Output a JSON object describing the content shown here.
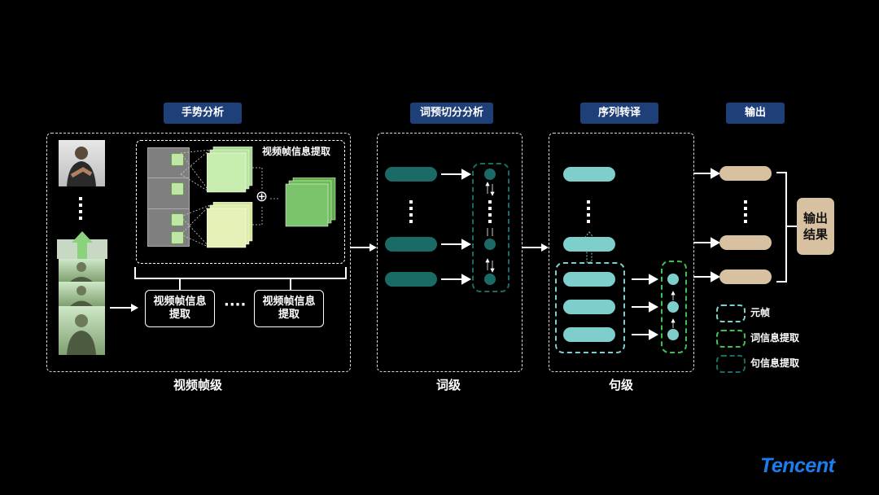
{
  "headers": {
    "gesture": "手势分析",
    "word_seg": "词预切分分析",
    "translation": "序列转译",
    "output": "输出"
  },
  "levels": {
    "frame": "视频帧级",
    "word": "词级",
    "sentence": "句级"
  },
  "frame_panel": {
    "inner_label": "视频帧信息提取",
    "box1": "视频帧信息\n提取",
    "box2": "视频帧信息\n提取",
    "ellipsis": "····",
    "oplus": "⊕"
  },
  "output_box": "输出\n结果",
  "legend": [
    {
      "label": "元帧",
      "color": "#7ecfcb"
    },
    {
      "label": "词信息提取",
      "color": "#3fbf4f"
    },
    {
      "label": "句信息提取",
      "color": "#1a6b66"
    }
  ],
  "logo": "Tencent",
  "colors": {
    "header_bg": "#1f3f78",
    "teal_dark": "#1a6b66",
    "teal_light": "#7ecfcb",
    "beige": "#d8c1a1",
    "green": "#7cc46b",
    "logo": "#1b7ef0"
  }
}
